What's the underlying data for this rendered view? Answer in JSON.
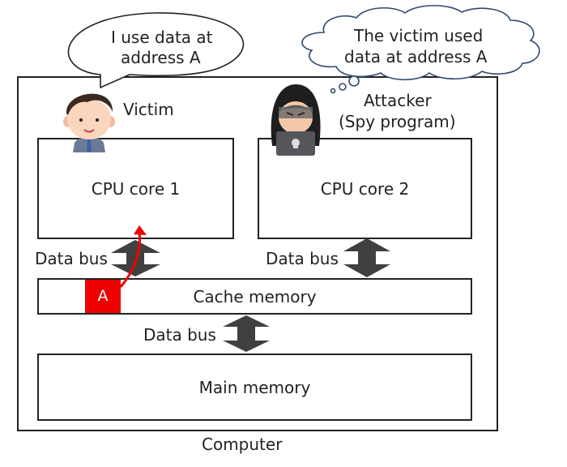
{
  "diagram": {
    "title": "Computer",
    "victim": {
      "label": "Victim",
      "speech": [
        "I use data at",
        "address A"
      ]
    },
    "attacker": {
      "label_line1": "Attacker",
      "label_line2": "(Spy program)",
      "thought": [
        "The victim used",
        "data at address A"
      ]
    },
    "components": {
      "cpu_core_1": "CPU core 1",
      "cpu_core_2": "CPU core 2",
      "cache_memory": "Cache memory",
      "main_memory": "Main memory",
      "cache_cell": "A"
    },
    "buses": {
      "left": "Data bus",
      "right": "Data bus",
      "bottom": "Data bus"
    },
    "colors": {
      "line": "#222222",
      "bus_arrow": "#404040",
      "highlight": "#ee0000",
      "thought_outline": "#2f4a6e"
    }
  }
}
